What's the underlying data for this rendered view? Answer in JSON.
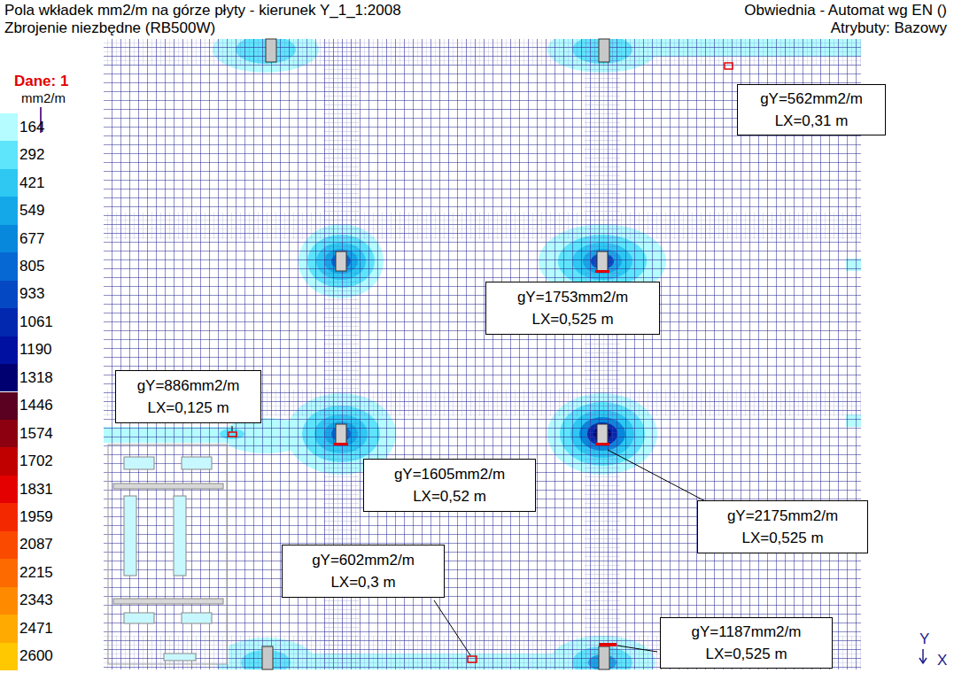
{
  "diagram": {
    "title": "Pola wkładek mm2/m na górze płyty - kierunek Y_1_1:2008",
    "nodes": [
      {
        "text": [
          "gY=562mm2/m",
          "LX=0,31 m"
        ]
      },
      {
        "text": [
          "gY=1753mm2/m",
          "LX=0,525 m"
        ]
      },
      {
        "text": [
          "gY=886mm2/m",
          "LX=0,125 m"
        ]
      },
      {
        "text": [
          "gY=1605mm2/m",
          "LX=0,52 m"
        ]
      },
      {
        "text": [
          "gY=2175mm2/m",
          "LX=0,525 m"
        ]
      },
      {
        "text": [
          "gY=602mm2/m",
          "LX=0,3 m"
        ]
      },
      {
        "text": [
          "gY=1187mm2/m",
          "LX=0,525 m"
        ]
      }
    ],
    "labels": [
      "Obwiednia - Automat wg EN ()",
      "Zbrojenie niezbędne (RB500W)",
      "Atrybuty: Bazowy",
      "Dane: 1",
      "mm2/m",
      "Y",
      "X"
    ],
    "legend": [
      {
        "text": "164",
        "color": "#b4fcff"
      },
      {
        "text": "292",
        "color": "#5ee4fb"
      },
      {
        "text": "421",
        "color": "#2ec8f2"
      },
      {
        "text": "549",
        "color": "#14a8e8"
      },
      {
        "text": "677",
        "color": "#0888dc"
      },
      {
        "text": "805",
        "color": "#0668d2"
      },
      {
        "text": "933",
        "color": "#0448c4"
      },
      {
        "text": "1061",
        "color": "#0228b0"
      },
      {
        "text": "1190",
        "color": "#0010a0"
      },
      {
        "text": "1318",
        "color": "#000070"
      },
      {
        "text": "1446",
        "color": "#5a0020"
      },
      {
        "text": "1574",
        "color": "#8c0010"
      },
      {
        "text": "1702",
        "color": "#c00000"
      },
      {
        "text": "1831",
        "color": "#e40000"
      },
      {
        "text": "1959",
        "color": "#f42800"
      },
      {
        "text": "2087",
        "color": "#fa4a00"
      },
      {
        "text": "2215",
        "color": "#fc6a00"
      },
      {
        "text": "2343",
        "color": "#fe8a00"
      },
      {
        "text": "2471",
        "color": "#ffaa00"
      },
      {
        "text": "2600",
        "color": "#ffc800"
      }
    ]
  }
}
